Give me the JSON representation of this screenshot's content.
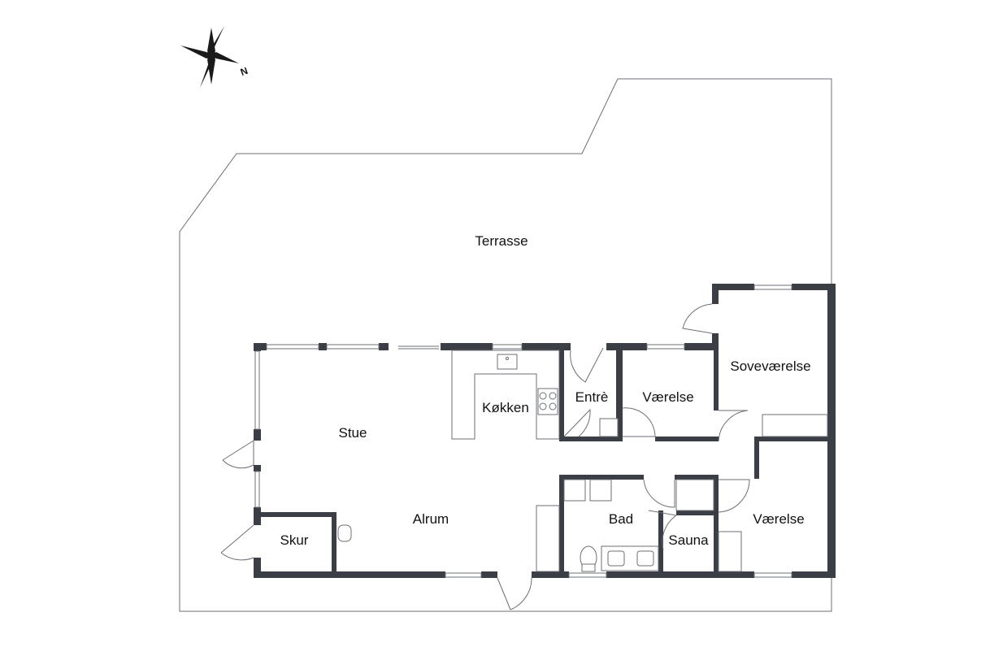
{
  "compass": {
    "north_label": "N",
    "icon": "compass-rose-icon"
  },
  "rooms": [
    {
      "id": "terrasse",
      "label": "Terrasse"
    },
    {
      "id": "stue",
      "label": "Stue"
    },
    {
      "id": "alrum",
      "label": "Alrum"
    },
    {
      "id": "kokken",
      "label": "Køkken"
    },
    {
      "id": "entre",
      "label": "Entrè"
    },
    {
      "id": "vaerelse-1",
      "label": "Værelse"
    },
    {
      "id": "sovevaerelse",
      "label": "Soveværelse"
    },
    {
      "id": "vaerelse-2",
      "label": "Værelse"
    },
    {
      "id": "bad",
      "label": "Bad"
    },
    {
      "id": "sauna",
      "label": "Sauna"
    },
    {
      "id": "skur",
      "label": "Skur"
    }
  ],
  "colors": {
    "wall": "#3b3f45",
    "line": "#6b6f75",
    "background": "#ffffff"
  }
}
